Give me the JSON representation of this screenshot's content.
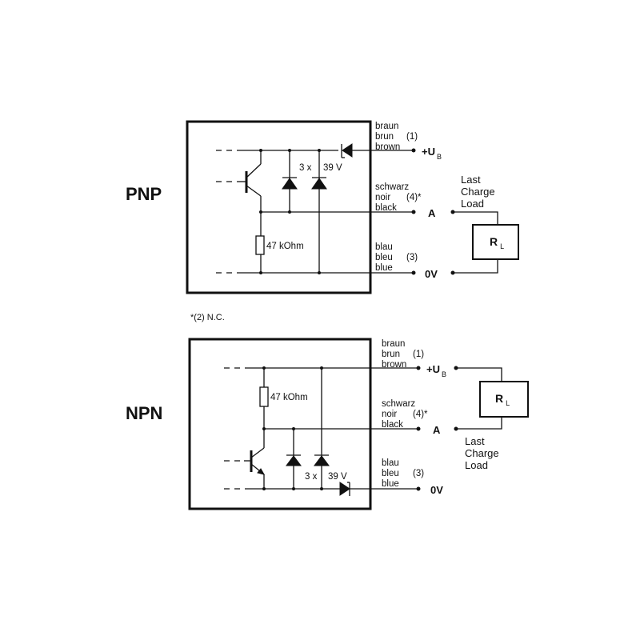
{
  "footnote": "*(2) N.C.",
  "pnp": {
    "title": "PNP",
    "resistor_label": "47 kOhm",
    "zener_label_count": "3 x",
    "zener_label_voltage": "39 V",
    "wire1": {
      "lines": [
        "braun",
        "brun",
        "brown"
      ],
      "pin": "(1)",
      "terminal": "+U",
      "terminal_sub": "B"
    },
    "wire4": {
      "lines": [
        "schwarz",
        "noir",
        "black"
      ],
      "pin": "(4)*",
      "terminal": "A"
    },
    "wire3": {
      "lines": [
        "blau",
        "bleu",
        "blue"
      ],
      "pin": "(3)",
      "terminal": "0V"
    },
    "load": {
      "lines": [
        "Last",
        "Charge",
        "Load"
      ],
      "symbol": "R",
      "symbol_sub": "L"
    }
  },
  "npn": {
    "title": "NPN",
    "resistor_label": "47 kOhm",
    "zener_label_count": "3 x",
    "zener_label_voltage": "39 V",
    "wire1": {
      "lines": [
        "braun",
        "brun",
        "brown"
      ],
      "pin": "(1)",
      "terminal": "+U",
      "terminal_sub": "B"
    },
    "wire4": {
      "lines": [
        "schwarz",
        "noir",
        "black"
      ],
      "pin": "(4)*",
      "terminal": "A"
    },
    "wire3": {
      "lines": [
        "blau",
        "bleu",
        "blue"
      ],
      "pin": "(3)",
      "terminal": "0V"
    },
    "load": {
      "lines": [
        "Last",
        "Charge",
        "Load"
      ],
      "symbol": "R",
      "symbol_sub": "L"
    }
  }
}
